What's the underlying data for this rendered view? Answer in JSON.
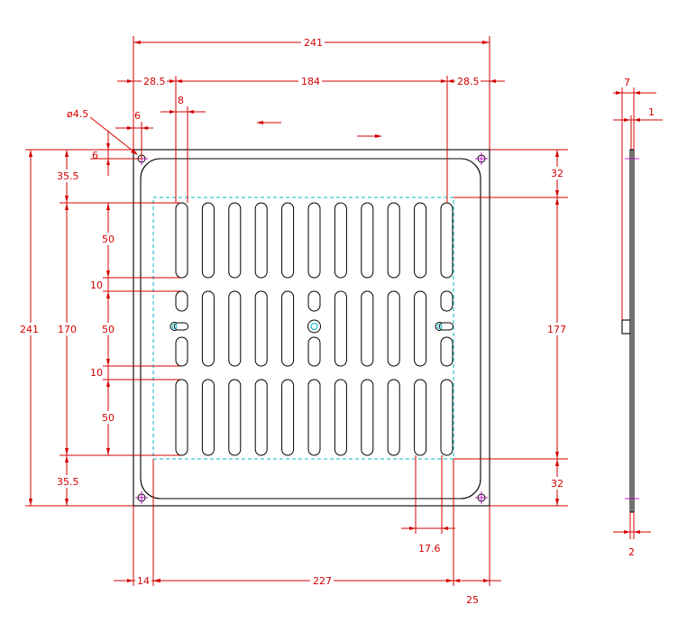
{
  "dimensions": {
    "overall_width": "241",
    "left_margin": "28.5",
    "slot_span": "184",
    "right_margin": "28.5",
    "hole_diameter": "ø4.5",
    "hole_offset_x": "6",
    "hole_offset_y": "6",
    "slot_width": "8",
    "overall_height": "241",
    "top_margin": "35.5",
    "slot_field_height": "170",
    "bottom_margin": "35.5",
    "slot_length_top": "50",
    "gap_top": "10",
    "slot_length_middle": "50",
    "gap_bottom": "10",
    "slot_length_bottom": "50",
    "right_top_margin": "32",
    "right_field_height": "177",
    "right_bottom_margin": "32",
    "slot_pitch": "17.6",
    "bottom_left_offset": "14",
    "bottom_width": "227",
    "bottom_right_offset": "25",
    "side_thickness_total": "7",
    "side_thickness_plate": "1",
    "side_bottom_thickness": "2"
  },
  "colors": {
    "dimension": "#d40000",
    "outline": "#000000",
    "hidden": "#00b8c8",
    "center": "#c000c0"
  }
}
